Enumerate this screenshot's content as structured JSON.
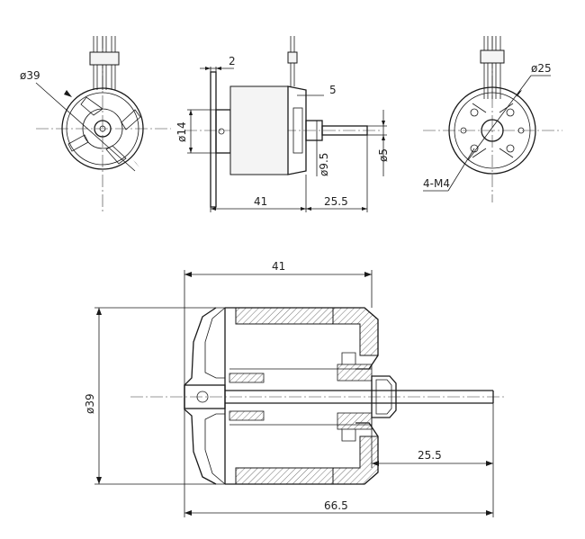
{
  "labels": {
    "front_diameter": "ø39",
    "flange_thickness": "2",
    "step_offset": "5",
    "boss_diameter": "ø14",
    "shaft_collar_diameter": "ø9.5",
    "shaft_diameter": "ø5",
    "body_length_top": "41",
    "shaft_length_top": "25.5",
    "mount_circle_diameter": "ø25",
    "mount_holes": "4-M4",
    "section_length": "41",
    "section_diameter": "ø39",
    "section_shaft": "25.5",
    "overall_length": "66.5"
  }
}
